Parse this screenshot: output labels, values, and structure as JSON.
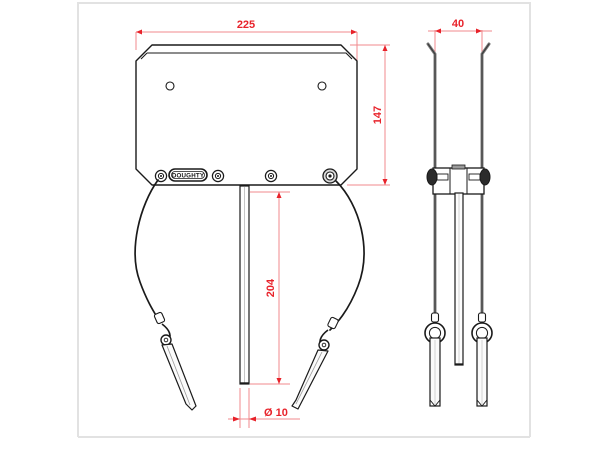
{
  "drawing": {
    "title": "Doughty lighting bar clamp assembly technical drawing",
    "background_color": "#ffffff",
    "border_color": "#e2e2e2",
    "line_color": "#1a1a1a",
    "dimension_color": "#e8222a",
    "metal_fill": "#9a9a9a",
    "views": [
      {
        "name": "front-view",
        "label": ""
      },
      {
        "name": "side-view",
        "label": ""
      }
    ],
    "brand_label": "DOUGHTY"
  },
  "dimensions": {
    "width": {
      "value": "225",
      "view": "front-view",
      "orientation": "horizontal"
    },
    "height": {
      "value": "147",
      "view": "front-view",
      "orientation": "vertical"
    },
    "pole_length": {
      "value": "204",
      "view": "front-view",
      "orientation": "vertical"
    },
    "pole_diameter": {
      "value": "Ø 10",
      "view": "front-view",
      "orientation": "horizontal"
    },
    "side_width": {
      "value": "40",
      "view": "side-view",
      "orientation": "horizontal"
    }
  }
}
